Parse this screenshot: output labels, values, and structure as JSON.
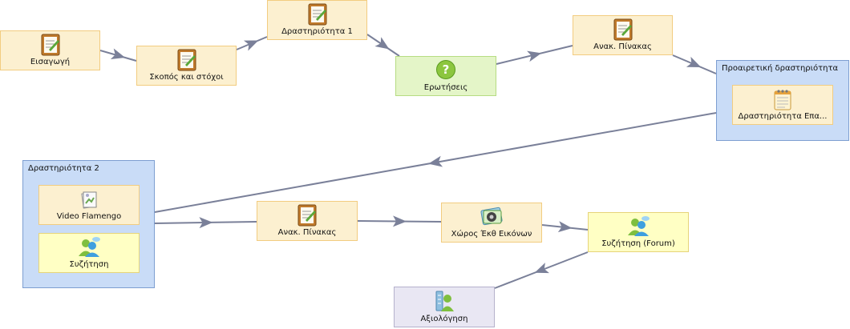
{
  "nodes": {
    "intro": {
      "label": "Εισαγωγή",
      "icon": "notepad-icon"
    },
    "goals": {
      "label": "Σκοπός και στόχοι",
      "icon": "notepad-icon"
    },
    "activity1": {
      "label": "Δραστηριότητα 1",
      "icon": "notepad-icon"
    },
    "questions": {
      "label": "Ερωτήσεις",
      "icon": "question-icon"
    },
    "board1": {
      "label": "Ανακ. Πίνακας",
      "icon": "notepad-icon"
    },
    "board2": {
      "label": "Ανακ. Πίνακας",
      "icon": "notepad-icon"
    },
    "gallery": {
      "label": "Χώρος Έκθ Εικόνων",
      "icon": "gallery-icon"
    },
    "forum": {
      "label": "Συζήτηση (Forum)",
      "icon": "users-icon"
    },
    "assessment": {
      "label": "Αξιολόγηση",
      "icon": "grade-icon"
    }
  },
  "groups": {
    "optional": {
      "title": "Προαιρετική δραστηριότητα",
      "child": {
        "label": "Δραστηριότητα Επα...",
        "icon": "notebook-icon"
      }
    },
    "activity2": {
      "title": "Δραστηριότητα 2",
      "children": [
        {
          "label": "Video Flamengo",
          "icon": "resource-icon"
        },
        {
          "label": "Συζήτηση",
          "icon": "users-icon"
        }
      ]
    }
  },
  "colors": {
    "edge": "#7a8099",
    "activity_fill": "#fcf0d0",
    "quiz_fill": "#e4f5c8",
    "forum_fill": "#ffffc4",
    "group_fill": "#c9dcf7"
  }
}
